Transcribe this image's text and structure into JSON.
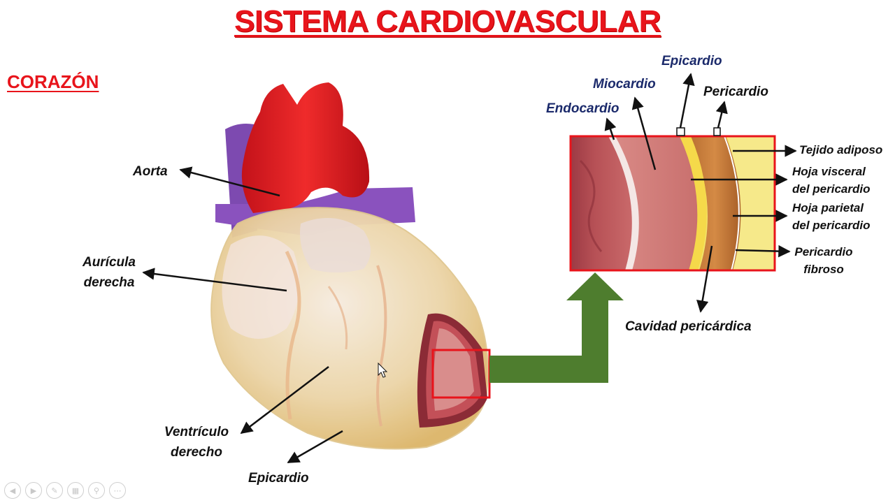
{
  "title": "SISTEMA CARDIOVASCULAR",
  "subtitle": "CORAZÓN",
  "heart_labels": {
    "aorta": "Aorta",
    "auricula_line1": "Aurícula",
    "auricula_line2": "derecha",
    "ventriculo_line1": "Ventrículo",
    "ventriculo_line2": "derecho",
    "epicardio": "Epicardio"
  },
  "layer_labels": {
    "endocardio": "Endocardio",
    "miocardio": "Miocardio",
    "epicardio": "Epicardio",
    "pericardio": "Pericardio",
    "tejido_adiposo": "Tejido adiposo",
    "hoja_visceral_line1": "Hoja visceral",
    "hoja_visceral_line2": "del pericardio",
    "hoja_parietal_line1": "Hoja parietal",
    "hoja_parietal_line2": "del pericardio",
    "pericardio_fibroso_line1": "Pericardio",
    "pericardio_fibroso_line2": "fibroso",
    "cavidad": "Cavidad pericárdica"
  },
  "colors": {
    "title_red": "#e8141b",
    "label_blue": "#1b2a6b",
    "arrow_green": "#4e7d2e",
    "aorta_red": "#e01820",
    "vein_purple": "#7d4ab0"
  },
  "toolbar_icons": [
    "prev-icon",
    "next-icon",
    "pen-icon",
    "slides-icon",
    "zoom-icon",
    "more-icon"
  ]
}
